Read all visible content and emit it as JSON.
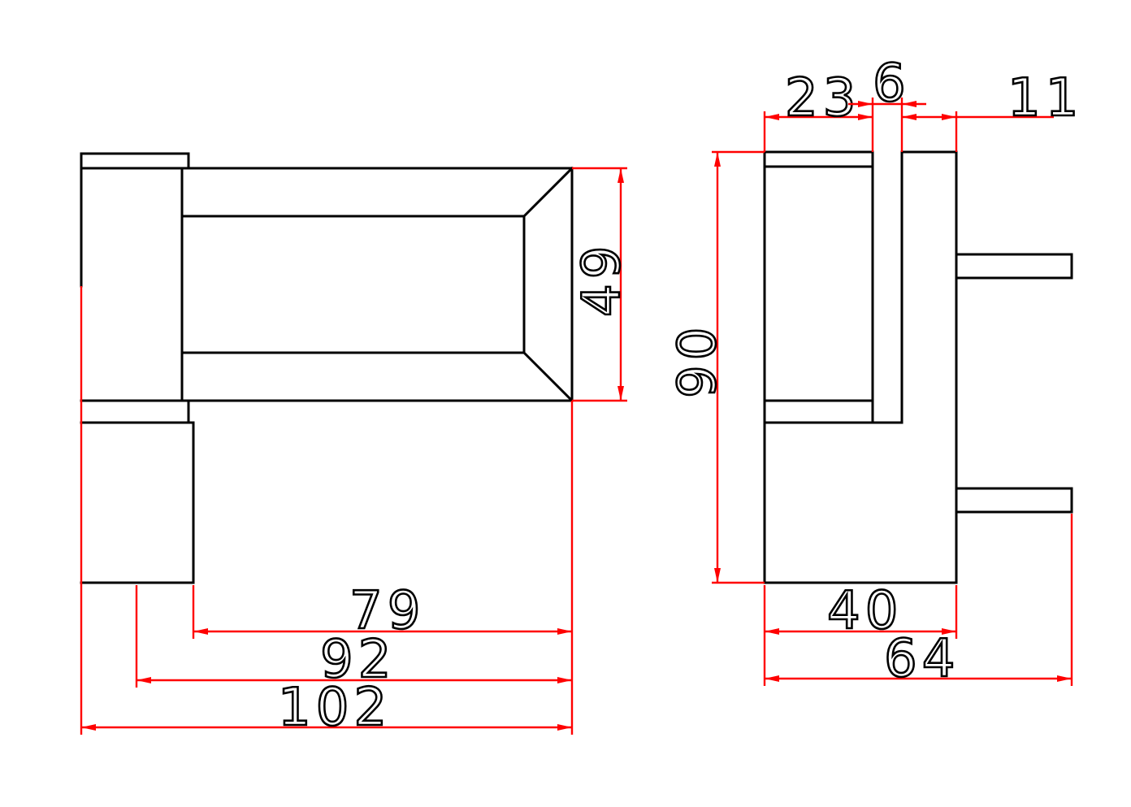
{
  "drawing": {
    "title": "Hinge technical drawing – front and side views",
    "colors": {
      "geometry": "#000000",
      "dimension": "#ff0000",
      "background": "#ffffff"
    }
  },
  "front_view": {
    "dimensions": {
      "height_49": "49",
      "width_79": "79",
      "width_92": "92",
      "width_102": "102"
    }
  },
  "side_view": {
    "dimensions": {
      "height_90": "90",
      "width_23": "23",
      "width_6": "6",
      "width_11": "11",
      "width_40": "40",
      "width_64": "64"
    }
  }
}
